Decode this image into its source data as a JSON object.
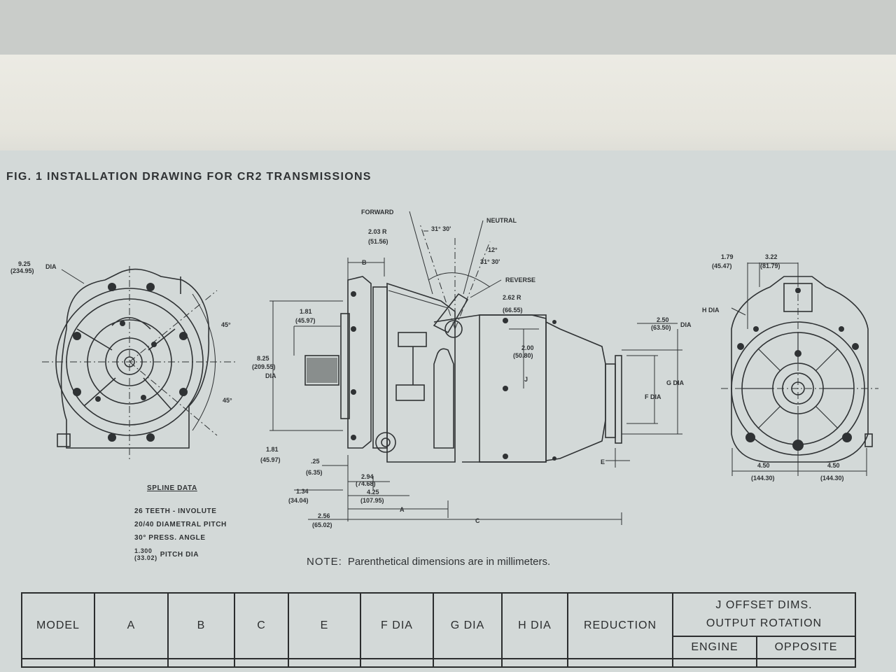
{
  "figure": {
    "title": "FIG. 1 INSTALLATION DRAWING FOR CR2 TRANSMISSIONS",
    "note_label": "NOTE:",
    "note_text": "Parenthetical dimensions are in millimeters."
  },
  "spline_data": {
    "title": "SPLINE DATA",
    "teeth": "26 TEETH - INVOLUTE",
    "pitch": "20/40 DIAMETRAL PITCH",
    "press_angle": "30° PRESS. ANGLE",
    "pitch_dia_in": "1.300",
    "pitch_dia_mm": "(33.02)",
    "pitch_dia_label": "PITCH DIA"
  },
  "front_view": {
    "dia_in": "9.25",
    "dia_mm": "(234.95)",
    "dia_label": "DIA",
    "angle_upper": "45°",
    "angle_lower": "45°"
  },
  "side_view": {
    "forward": "FORWARD",
    "neutral": "NEUTRAL",
    "reverse": "REVERSE",
    "angle_fwd": "31° 30'",
    "angle_mid": "12°",
    "angle_rev": "31° 30'",
    "r1_in": "2.03 R",
    "r1_mm": "(51.56)",
    "r2_in": "2.62 R",
    "r2_mm": "(66.55)",
    "b_label": "B",
    "d181a_in": "1.81",
    "d181a_mm": "(45.97)",
    "d825_in": "8.25",
    "d825_mm": "(209.55)",
    "d825_label": "DIA",
    "d181b_in": "1.81",
    "d181b_mm": "(45.97)",
    "d25_in": ".25",
    "d25_mm": "(6.35)",
    "d294_in": "2.94",
    "d294_mm": "(74.68)",
    "d425_in": "4.25",
    "d425_mm": "(107.95)",
    "d134_in": "1.34",
    "d134_mm": "(34.04)",
    "d256_in": "2.56",
    "d256_mm": "(65.02)",
    "a_label": "A",
    "c_label": "C",
    "d200_in": "2.00",
    "d200_mm": "(50.80)",
    "j_label": "J",
    "d250_in": "2.50",
    "d250_mm": "(63.50)",
    "d250_label": "DIA",
    "g_dia": "G DIA",
    "f_dia": "F DIA",
    "e_label": "E"
  },
  "rear_view": {
    "d179_in": "1.79",
    "d179_mm": "(45.47)",
    "d322_in": "3.22",
    "d322_mm": "(81.79)",
    "h_dia": "H DIA",
    "d450a_in": "4.50",
    "d450a_mm": "(144.30)",
    "d450b_in": "4.50",
    "d450b_mm": "(144.30)"
  },
  "table": {
    "headers": [
      "MODEL",
      "A",
      "B",
      "C",
      "E",
      "F DIA",
      "G DIA",
      "H DIA",
      "REDUCTION"
    ],
    "group_header_line1": "J OFFSET DIMS.",
    "group_header_line2": "OUTPUT ROTATION",
    "sub_headers": [
      "ENGINE",
      "OPPOSITE"
    ]
  },
  "colors": {
    "paper_upper": "#ecebe4",
    "paper_lower": "#d3d9d8",
    "ink": "#2f3234"
  }
}
